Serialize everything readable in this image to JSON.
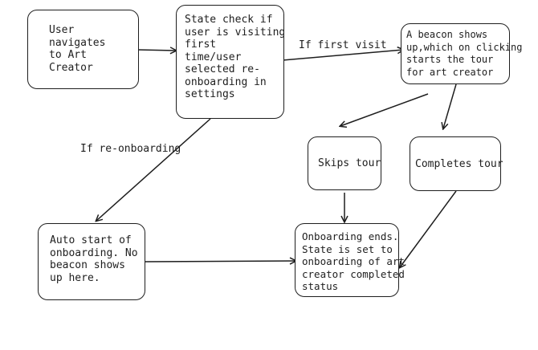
{
  "nodes": {
    "user_navigates": "User\nnavigates\nto Art\nCreator",
    "state_check": "State check if\nuser is visiting\nfirst\ntime/user\nselected re-\nonboarding in\nsettings",
    "beacon": "A beacon shows\nup,which on clicking\nstarts the tour\nfor art creator",
    "skips_tour": "Skips tour",
    "completes_tour": "Completes tour",
    "auto_start": "Auto start of\nonboarding. No\nbeacon shows\nup here.",
    "onboarding_ends": "Onboarding ends.\nState is set to\nonboarding of art\ncreator completed\nstatus"
  },
  "edges": {
    "first_visit_label": "If first visit",
    "reonboarding_label": "If re-onboarding"
  }
}
